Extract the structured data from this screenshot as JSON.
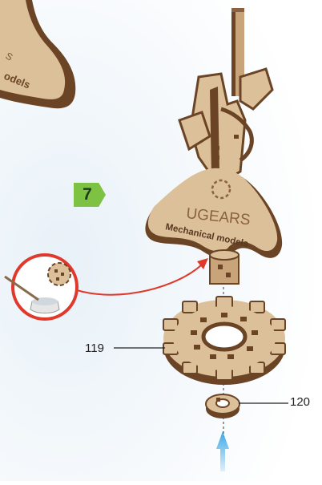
{
  "step": {
    "number": "7"
  },
  "callouts": [
    {
      "label": "119"
    },
    {
      "label": "120"
    }
  ],
  "engravings": {
    "top_left_fragment_1": "S",
    "top_left_fragment_2": "odels",
    "main_brand": "UGEARS",
    "main_subtitle": "Mechanical models"
  },
  "colors": {
    "wood_light": "#dcc09a",
    "wood_mid": "#c9a37a",
    "wood_dark": "#6b4426",
    "arrow_red": "#e0382b",
    "badge_green": "#7dc243",
    "arrow_blue": "#3fa9e6"
  },
  "icons": [
    "glue-dish-icon",
    "axis-guide-line",
    "insert-arrow-icon"
  ]
}
